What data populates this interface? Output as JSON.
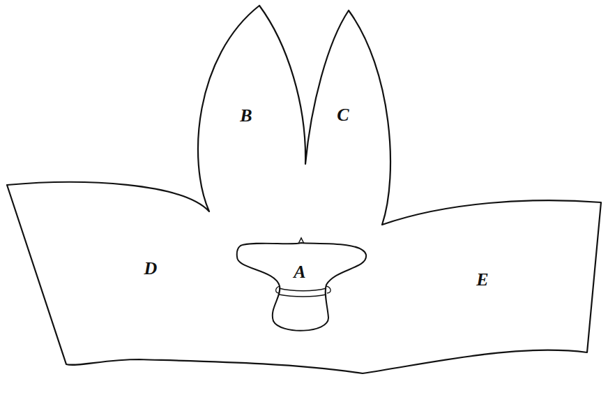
{
  "diagram": {
    "labels": [
      "B",
      "C",
      "D",
      "A",
      "E"
    ]
  }
}
